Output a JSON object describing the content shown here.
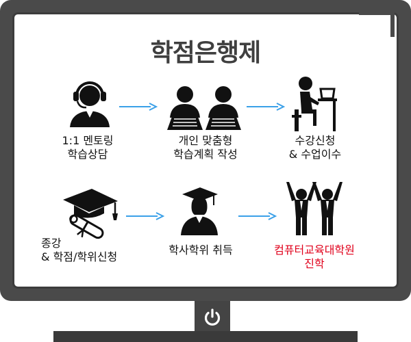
{
  "title": "학점은행제",
  "colors": {
    "frame": "#4a4a4a",
    "icon": "#111111",
    "arrow": "#3aa0e8",
    "highlight": "#e0001b",
    "title": "#3f3f3f"
  },
  "steps": [
    {
      "icon": "headset-person-icon",
      "lines": [
        "1:1 멘토링",
        "학습상담"
      ]
    },
    {
      "icon": "students-studying-icon",
      "lines": [
        "개인 맞춤형",
        "학습계획 작성"
      ]
    },
    {
      "icon": "person-at-computer-icon",
      "lines": [
        "수강신청",
        "& 수업이수"
      ]
    },
    {
      "icon": "graduation-cap-diploma-icon",
      "lines": [
        "종강",
        "& 학점/학위신청"
      ]
    },
    {
      "icon": "graduate-person-icon",
      "lines": [
        "학사학위 취득"
      ]
    },
    {
      "icon": "celebrating-people-icon",
      "lines": [
        "컴퓨터교육대학원",
        "진학"
      ]
    }
  ],
  "power_icon": "power-icon"
}
